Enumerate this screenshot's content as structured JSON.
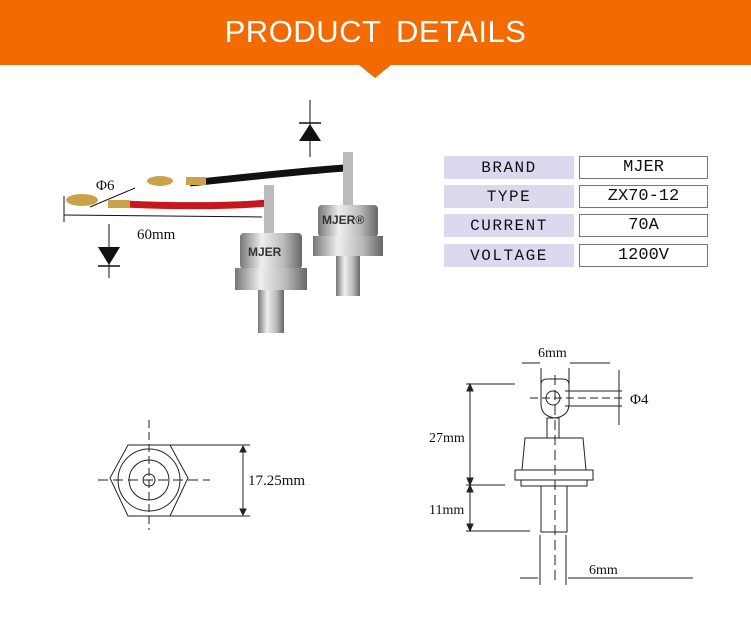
{
  "header": {
    "title": "PRODUCT DETAILS",
    "color": "#f26a00"
  },
  "specs": [
    {
      "label": "BRAND",
      "value": "MJER"
    },
    {
      "label": "TYPE",
      "value": "ZX70-12"
    },
    {
      "label": "CURRENT",
      "value": "70A"
    },
    {
      "label": "VOLTAGE",
      "value": "1200V"
    }
  ],
  "photo": {
    "lug_diameter": "Φ6",
    "lead_length": "60mm",
    "marking": "MJER®"
  },
  "top_view": {
    "hex_size": "17.25mm"
  },
  "side_view": {
    "lug_width": "6mm",
    "hole_diameter": "Φ4",
    "body_height": "27mm",
    "thread_length": "11mm",
    "thread_diameter": "6mm"
  }
}
